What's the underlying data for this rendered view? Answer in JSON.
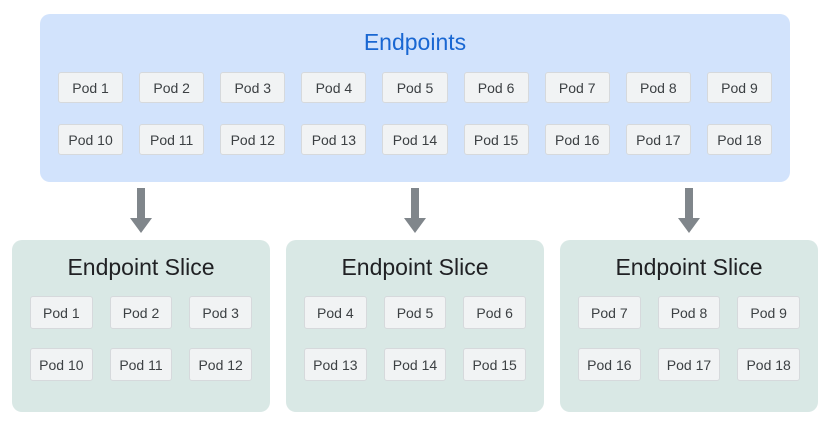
{
  "endpoints": {
    "title": "Endpoints",
    "pods": [
      "Pod 1",
      "Pod 2",
      "Pod 3",
      "Pod 4",
      "Pod 5",
      "Pod 6",
      "Pod 7",
      "Pod 8",
      "Pod 9",
      "Pod 10",
      "Pod 11",
      "Pod 12",
      "Pod 13",
      "Pod 14",
      "Pod 15",
      "Pod 16",
      "Pod 17",
      "Pod 18"
    ]
  },
  "slices": [
    {
      "title": "Endpoint Slice",
      "pods": [
        "Pod 1",
        "Pod 2",
        "Pod 3",
        "Pod 10",
        "Pod 11",
        "Pod 12"
      ]
    },
    {
      "title": "Endpoint Slice",
      "pods": [
        "Pod 4",
        "Pod 5",
        "Pod 6",
        "Pod 13",
        "Pod 14",
        "Pod 15"
      ]
    },
    {
      "title": "Endpoint Slice",
      "pods": [
        "Pod 7",
        "Pod 8",
        "Pod 9",
        "Pod 16",
        "Pod 17",
        "Pod 18"
      ]
    }
  ],
  "colors": {
    "endpoints_bg": "#d2e3fc",
    "slice_bg": "#d9e8e5",
    "pod_bg": "#f1f3f4",
    "pod_border": "#d6d9dc",
    "pod_text": "#3c4043",
    "endpoints_title_color": "#1967d2",
    "slice_title_color": "#202124",
    "arrow_color": "#80868b",
    "page_bg": "#ffffff"
  }
}
